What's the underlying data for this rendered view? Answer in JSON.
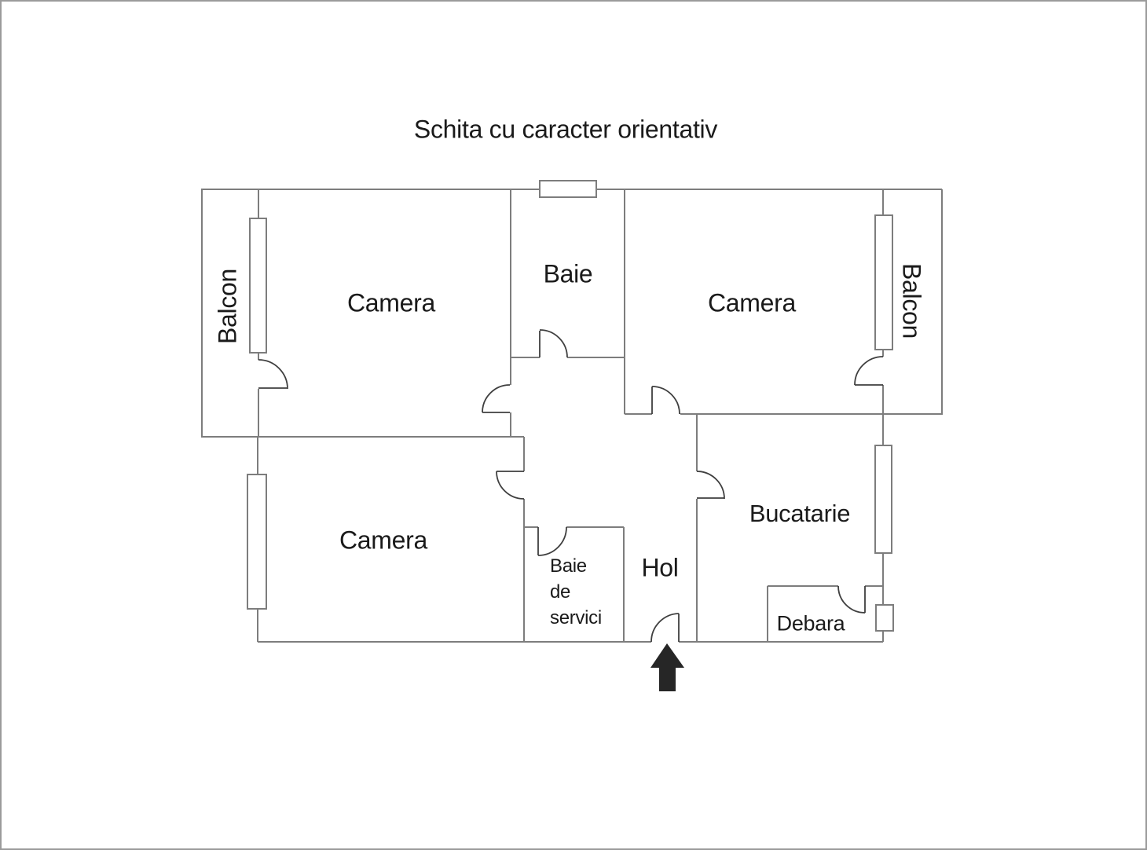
{
  "page": {
    "title": "Schita cu caracter orientativ"
  },
  "rooms": {
    "balcon_left": {
      "label": "Balcon"
    },
    "camera_top_left": {
      "label": "Camera"
    },
    "baie": {
      "label": "Baie"
    },
    "camera_top_right": {
      "label": "Camera"
    },
    "balcon_right": {
      "label": "Balcon"
    },
    "camera_bottom": {
      "label": "Camera"
    },
    "baie_de_servici": {
      "line1": "Baie",
      "line2": "de",
      "line3": "servici"
    },
    "hol": {
      "label": "Hol"
    },
    "bucatarie": {
      "label": "Bucatarie"
    },
    "debara": {
      "label": "Debara"
    }
  },
  "icons": {
    "entrance_arrow": "up-arrow"
  },
  "colors": {
    "wall": "#7d7d7d",
    "door": "#3f3f3f",
    "text": "#1a1a1a",
    "arrow": "#262626",
    "page_border": "#9b9b9b",
    "background": "#ffffff"
  }
}
